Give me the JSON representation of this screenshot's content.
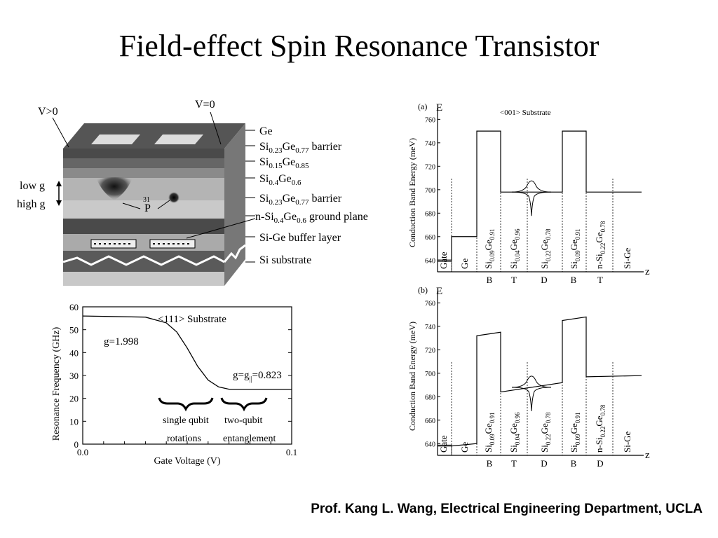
{
  "title": "Field-effect Spin Resonance Transistor",
  "footer": "Prof. Kang L. Wang, Electrical Engineering Department, UCLA",
  "device": {
    "gate_left": "V>0",
    "gate_right": "V=0",
    "low_g": "low g",
    "high_g": "high g",
    "donor_main": "P",
    "donor_pre": "31",
    "layers": [
      {
        "label": "Ge"
      },
      {
        "label": "Si",
        "sub1": "0.23",
        "mid": "Ge",
        "sub2": "0.77",
        "tail": " barrier"
      },
      {
        "label": "Si",
        "sub1": "0.15",
        "mid": "Ge",
        "sub2": "0.85",
        "tail": ""
      },
      {
        "label": "Si",
        "sub1": "0.4",
        "mid": "Ge",
        "sub2": "0.6",
        "tail": ""
      },
      {
        "label": "Si",
        "sub1": "0.23",
        "mid": "Ge",
        "sub2": "0.77",
        "tail": " barrier"
      },
      {
        "label": "n-Si",
        "sub1": "0.4",
        "mid": "Ge",
        "sub2": "0.6",
        "tail": " ground plane"
      },
      {
        "label": "Si-Ge buffer layer"
      },
      {
        "label": "Si substrate"
      }
    ]
  },
  "resonance_chart": {
    "substrate": "<111> Substrate",
    "ylabel": "Resonance Frequency (GHz)",
    "xlabel": "Gate Voltage (V)",
    "g_high": "g=1.998",
    "g_low_a": "g=g",
    "g_low_sub": "||",
    "g_low_b": "=0.823",
    "brace1_line1": "single qubit",
    "brace1_line2": "rotations",
    "brace2_line1": "two-qubit",
    "brace2_line2": "entanglement",
    "yticks": [
      "0",
      "10",
      "20",
      "30",
      "40",
      "50",
      "60"
    ],
    "xticks": [
      "0.0",
      "0.1"
    ]
  },
  "band_a": {
    "panel": "(a)",
    "e_label": "E",
    "z_label": "z",
    "substrate": "<001> Substrate",
    "ylabel": "Conduction Band Energy (meV)",
    "yticks": [
      "640",
      "660",
      "680",
      "700",
      "720",
      "740",
      "760"
    ],
    "regions": [
      "Gate",
      "Ge",
      "Si0.09Ge0.91",
      "Si0.04Ge0.96",
      "Si0.22Ge0.78",
      "Si0.09Ge0.91",
      "n-Si0.22Ge0.78",
      "Si-Ge"
    ],
    "bottom": [
      "B",
      "T",
      "D",
      "B",
      "T"
    ]
  },
  "band_b": {
    "panel": "(b)",
    "e_label": "E",
    "z_label": "z",
    "ylabel": "Conduction Band Energy (meV)",
    "yticks": [
      "640",
      "660",
      "680",
      "700",
      "720",
      "740",
      "760"
    ],
    "regions": [
      "Gate",
      "Ge",
      "Si0.09Ge0.91",
      "Si0.04Ge0.96",
      "Si0.22Ge0.78",
      "Si0.09Ge0.91",
      "n-Si0.22Ge0.78",
      "Si-Ge"
    ],
    "bottom": [
      "B",
      "T",
      "D",
      "B",
      "D"
    ]
  },
  "chart_data": [
    {
      "type": "line",
      "title": "<111> Substrate",
      "xlabel": "Gate Voltage (V)",
      "ylabel": "Resonance Frequency (GHz)",
      "xlim": [
        0.0,
        0.1
      ],
      "ylim": [
        0,
        60
      ],
      "series": [
        {
          "x": [
            0.0,
            0.03,
            0.04,
            0.045,
            0.05,
            0.055,
            0.06,
            0.065,
            0.07,
            0.1
          ],
          "values": [
            56,
            55.5,
            53,
            49,
            42,
            34,
            28,
            25,
            24,
            24
          ]
        }
      ]
    },
    {
      "type": "line",
      "title": "<001> Substrate",
      "xlabel": "z",
      "ylabel": "Conduction Band Energy (meV)",
      "ylim": [
        630,
        765
      ],
      "series": [
        {
          "values": [
            640,
            660,
            750,
            698,
            698,
            750,
            698,
            698
          ]
        }
      ]
    },
    {
      "type": "line",
      "xlabel": "z",
      "ylabel": "Conduction Band Energy (meV)",
      "ylim": [
        630,
        765
      ],
      "series": [
        {
          "values": [
            638,
            640,
            732,
            735,
            684,
            692,
            745,
            748,
            697,
            698
          ]
        }
      ]
    }
  ]
}
